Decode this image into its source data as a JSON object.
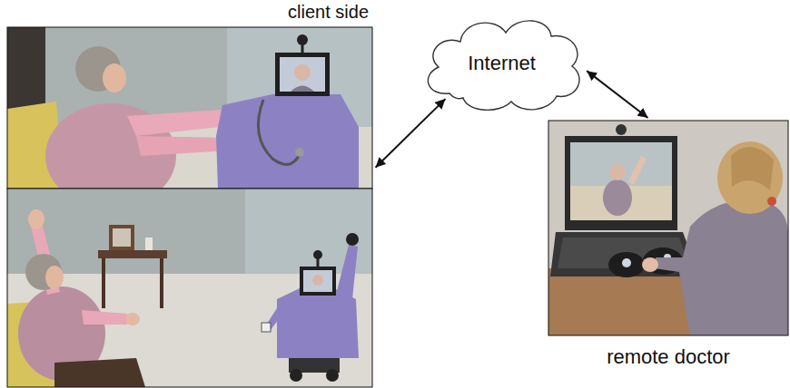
{
  "diagram": {
    "nodes": [
      {
        "text": [
          "client side"
        ]
      },
      {
        "text": [
          "Internet"
        ]
      },
      {
        "text": [
          "remote doctor"
        ]
      }
    ],
    "edges": [
      {
        "from": 0,
        "to": 1,
        "arrow": "both"
      },
      {
        "from": 1,
        "to": 2,
        "arrow": "both"
      }
    ]
  }
}
